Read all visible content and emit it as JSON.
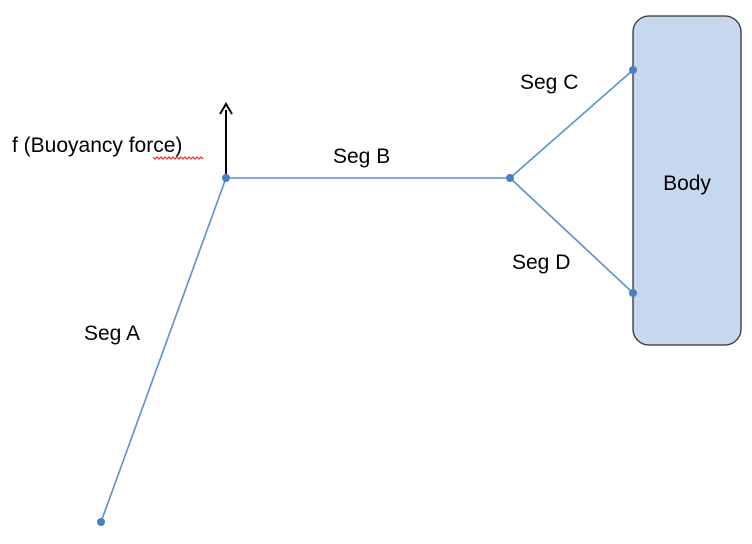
{
  "colors": {
    "segment_line": "#5b8fd0",
    "node": "#4a7fc4",
    "body_fill": "#c7d8ee",
    "body_stroke": "#333333",
    "arrow": "#000000",
    "spellcheck_underline": "#e03030"
  },
  "labels": {
    "force": "f (Buoyancy force)",
    "seg_a": "Seg A",
    "seg_b": "Seg B",
    "seg_c": "Seg C",
    "seg_d": "Seg D",
    "body": "Body"
  },
  "icons": {
    "force_arrow": "up-arrow-icon"
  }
}
